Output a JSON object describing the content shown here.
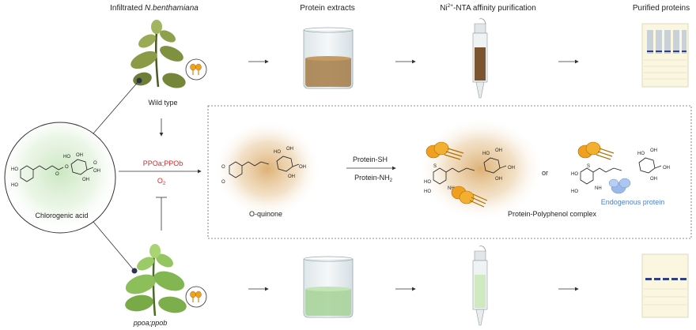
{
  "headers": {
    "infiltrated_prefix": "Infiltrated ",
    "infiltrated_species": "N.benthamiana",
    "protein_extracts": "Protein extracts",
    "ni_prefix": "Ni",
    "ni_sup": "2+",
    "ni_suffix": "-NTA affinity purification",
    "purified_proteins": "Purified proteins"
  },
  "plants": {
    "wild_type": "Wild type",
    "mutant": "ppoa;ppob"
  },
  "chlorogenic_acid": {
    "label": "Chlorogenic acid",
    "oh": "OH",
    "ho": "HO",
    "o": "O",
    "ring_oh": "OH",
    "ring_ho": "HO"
  },
  "enzymes": {
    "label": "PPOa;PPOb",
    "o2_base": "O",
    "o2_sub": "2"
  },
  "reaction": {
    "oquinone": "O-quinone",
    "protein_sh": "Protein-SH",
    "protein_nh_base": "Protein-NH",
    "protein_nh_sub": "2",
    "or": "or",
    "complex": "Protein-Polyphenol complex",
    "endogenous": "Endogenous protein",
    "s": "S",
    "nh": "NH"
  },
  "colors": {
    "red": "#e0262b",
    "blue": "#4a7fd0",
    "orange": "#f0a020",
    "green_glow": "#c9e6bf",
    "brown_glow": "#d9a865",
    "band_dark": "#2d3f86"
  }
}
